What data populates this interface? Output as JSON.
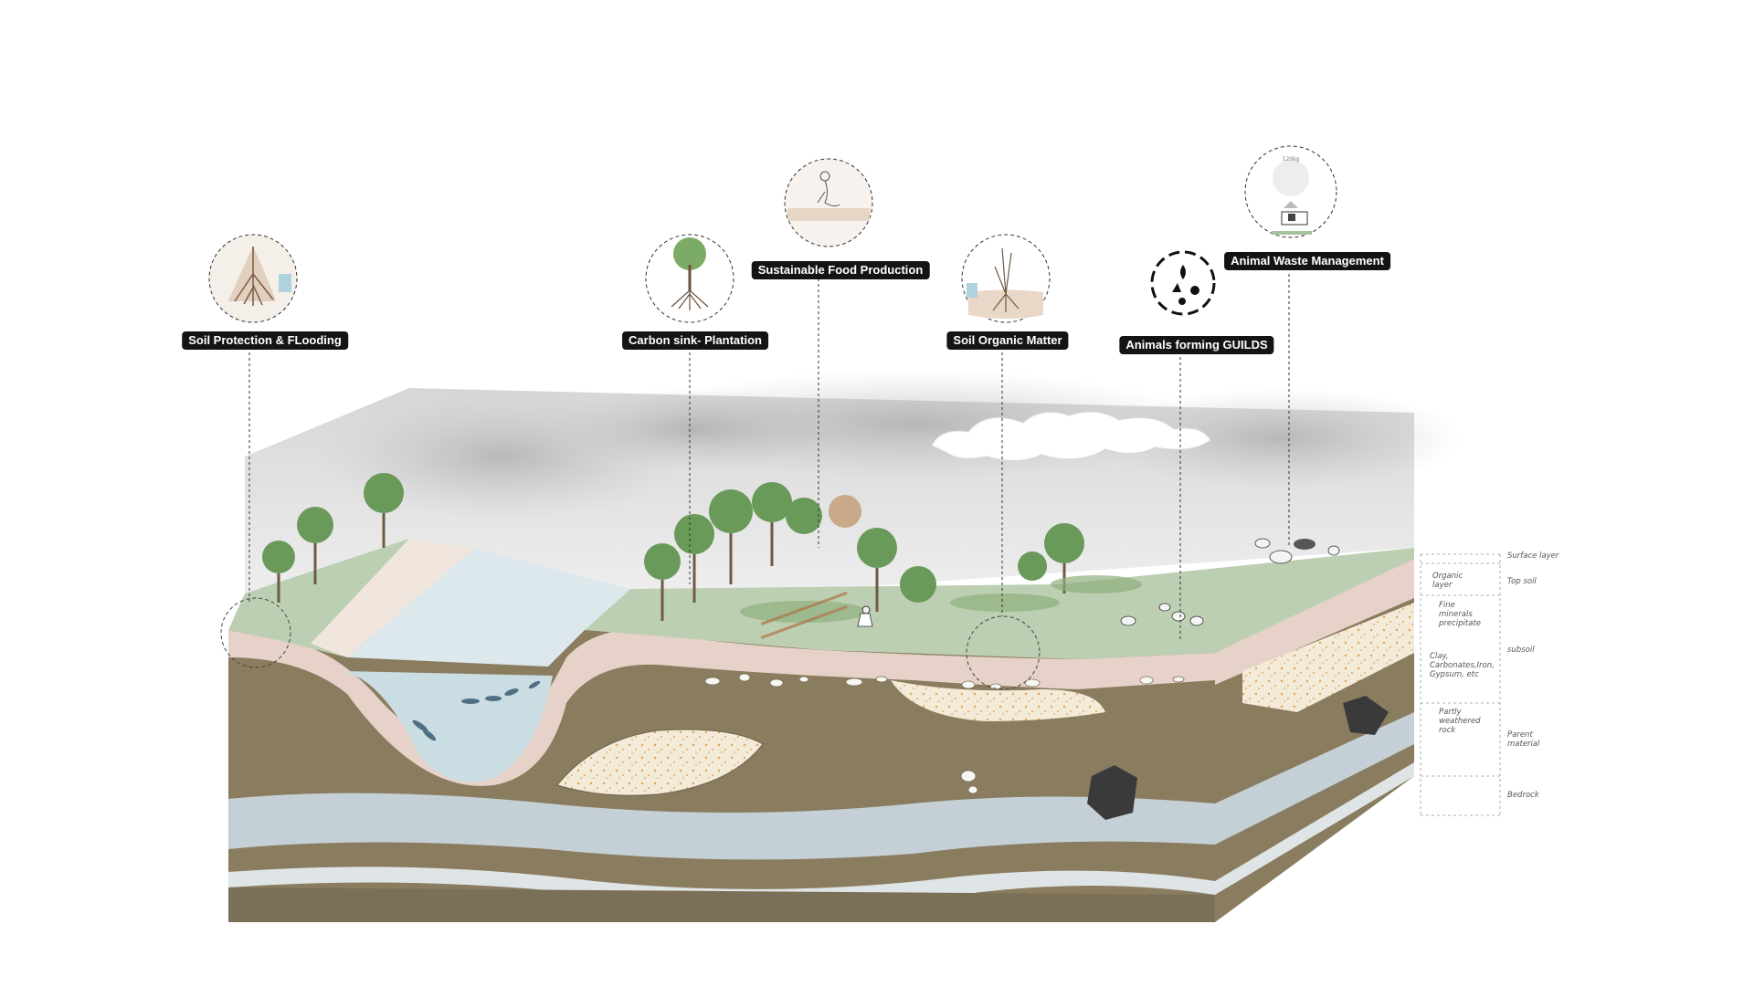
{
  "callouts": [
    {
      "id": "soil-protection",
      "label": "Soil Protection & FLooding",
      "icon": "roots-water-icon"
    },
    {
      "id": "carbon-sink",
      "label": "Carbon sink- Plantation",
      "icon": "tree-roots-icon"
    },
    {
      "id": "food-production",
      "label": "Sustainable Food Production",
      "icon": "farmer-icon"
    },
    {
      "id": "soil-organic",
      "label": "Soil Organic Matter",
      "icon": "grass-roots-icon"
    },
    {
      "id": "animal-guilds",
      "label": "Animals forming GUILDS",
      "icon": "animals-cycle-icon"
    },
    {
      "id": "animal-waste",
      "label": "Animal Waste Management",
      "icon": "cow-waste-icon"
    }
  ],
  "waste_weight": "120kg",
  "soil_layers_left": [
    {
      "name": "Organic\nlayer"
    },
    {
      "name": "Fine\nminerals\nprecipitate"
    },
    {
      "name": "Clay,\nCarbonates,Iron,\nGypsum, etc"
    },
    {
      "name": "Partly\nweathered\nrock"
    }
  ],
  "soil_layers_right": [
    {
      "name": "Surface layer"
    },
    {
      "name": "Top soil"
    },
    {
      "name": "subsoil"
    },
    {
      "name": "Parent\nmaterial"
    },
    {
      "name": "Bedrock"
    }
  ],
  "colors": {
    "grass": "#bccfb2",
    "water": "#c9dde3",
    "topsoil": "#e6d2c8",
    "subsoil_dark": "#8a7c5e",
    "rock_band": "#c4d0d6",
    "label_bg": "#141414"
  }
}
